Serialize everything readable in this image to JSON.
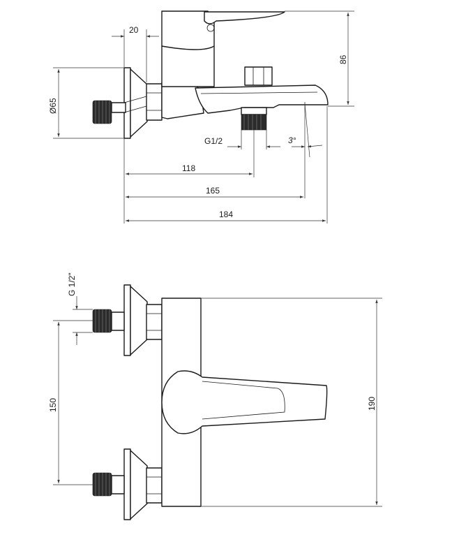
{
  "side_view": {
    "dims": {
      "d20": "20",
      "d86": "86",
      "d65": "Ø65",
      "g12": "G1/2",
      "angle": "3°",
      "d118": "118",
      "d165": "165",
      "d184": "184"
    }
  },
  "front_view": {
    "dims": {
      "g12": "G 1/2\"",
      "d150": "150",
      "d190": "190"
    }
  },
  "colors": {
    "line": "#1a1a1a",
    "thread": "#2b2b2b",
    "background": "#ffffff"
  }
}
